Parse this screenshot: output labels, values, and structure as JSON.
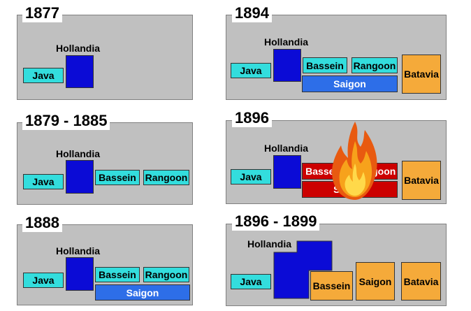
{
  "panels": [
    {
      "year": "1877",
      "labels": {
        "java": "Java",
        "hollandia": "Hollandia"
      }
    },
    {
      "year": "1879 - 1885",
      "labels": {
        "java": "Java",
        "hollandia": "Hollandia",
        "bassein": "Bassein",
        "rangoon": "Rangoon"
      }
    },
    {
      "year": "1888",
      "labels": {
        "java": "Java",
        "hollandia": "Hollandia",
        "bassein": "Bassein",
        "rangoon": "Rangoon",
        "saigon": "Saigon"
      }
    },
    {
      "year": "1894",
      "labels": {
        "java": "Java",
        "hollandia": "Hollandia",
        "bassein": "Bassein",
        "rangoon": "Rangoon",
        "saigon": "Saigon",
        "batavia": "Batavia"
      }
    },
    {
      "year": "1896",
      "labels": {
        "java": "Java",
        "hollandia": "Hollandia",
        "bassein": "Bassein",
        "rangoon": "Rangoon",
        "saigon": "Saigon",
        "batavia": "Batavia"
      }
    },
    {
      "year": "1896 - 1899",
      "labels": {
        "java": "Java",
        "hollandia": "Hollandia",
        "bassein": "Bassein",
        "saigon": "Saigon",
        "batavia": "Batavia"
      }
    }
  ],
  "colors": {
    "panel": "#c0c0c0",
    "cyan": "#33dddd",
    "navy": "#0b0bd6",
    "blue": "#2d6ee8",
    "orange": "#f5aa3a",
    "red": "#cc0000"
  },
  "icons": {
    "fire": "fire-icon"
  }
}
